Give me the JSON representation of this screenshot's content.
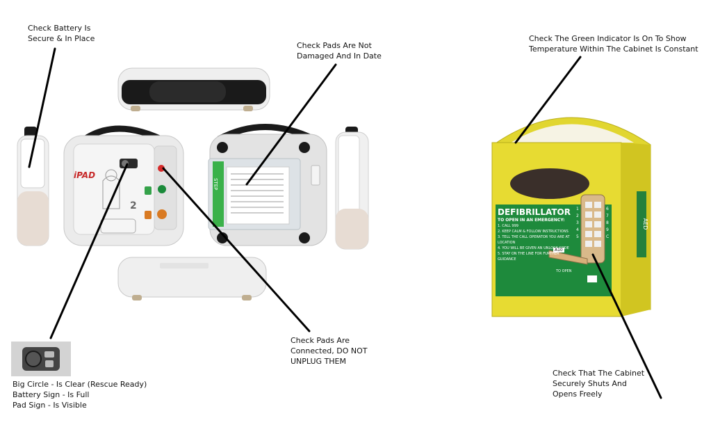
{
  "annotations": {
    "battery": "Check Battery Is\nSecure & In Place",
    "pads_date": "Check Pads Are Not\nDamaged And In Date",
    "green_indicator": "Check The Green Indicator Is On To Show\nTemperature Within The Cabinet Is Constant",
    "pads_connected": "Check Pads Are\nConnected, DO NOT\nUNPLUG THEM",
    "status_panel": "Big Circle - Is Clear (Rescue Ready)\nBattery Sign - Is Full\nPad Sign - Is Visible",
    "cabinet_shuts": "Check That The Cabinet\nSecurely Shuts And\nOpens Freely"
  },
  "device": {
    "brand": "iPAD",
    "step_2": "2",
    "pads_label": "STEP"
  },
  "cabinet": {
    "title": "DEFIBRILLATOR",
    "subtitle": "TO OPEN IN AN EMERGENCY:",
    "steps": [
      "1. CALL 999",
      "2. KEEP CALM & FOLLOW INSTRUCTIONS",
      "3. TELL THE CALL OPERATOR YOU ARE AT LOCATION",
      "4. YOU WILL BE GIVEN AN UNLOCK CODE",
      "5. STAY ON THE LINE FOR FURTHER GUIDANCE"
    ],
    "location_code": "A10",
    "side_label": "AED",
    "keypad_left": [
      "1",
      "2",
      "3",
      "4",
      "5"
    ],
    "keypad_right": [
      "6",
      "7",
      "8",
      "9",
      "C"
    ],
    "to_open": "TO OPEN"
  },
  "colors": {
    "cabinet_yellow": "#e1d630",
    "cabinet_green": "#1e8a3c",
    "device_gray": "#e8e8e8",
    "handle_black": "#1a1a1a"
  }
}
